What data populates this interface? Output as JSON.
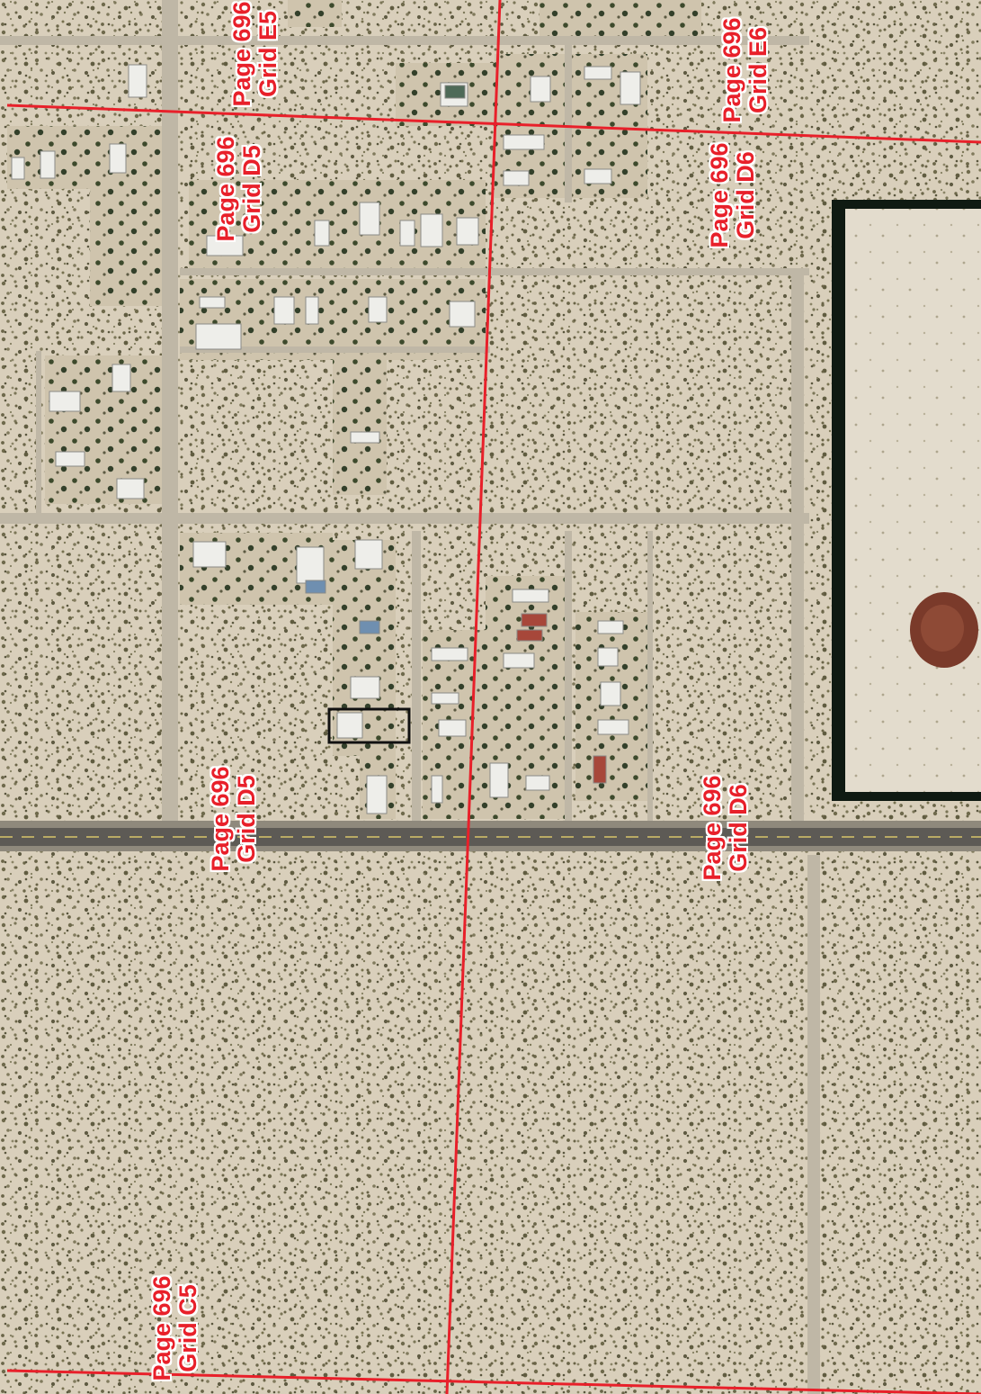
{
  "map": {
    "grid_labels": [
      {
        "id": "d5-top",
        "page": "Page 696",
        "grid": "Grid D5"
      },
      {
        "id": "e5-top",
        "page": "Page 696",
        "grid": "Grid E5"
      },
      {
        "id": "e6-top",
        "page": "Page 696",
        "grid": "Grid E6"
      },
      {
        "id": "d6-top",
        "page": "Page 696",
        "grid": "Grid D6"
      },
      {
        "id": "d5-mid",
        "page": "Page 696",
        "grid": "Grid D5"
      },
      {
        "id": "d6-mid",
        "page": "Page 696",
        "grid": "Grid D6"
      },
      {
        "id": "c5-bottom",
        "page": "Page 696",
        "grid": "Grid C5"
      }
    ],
    "colors": {
      "grid_line": "#e8202a",
      "label_text": "#e8202a",
      "label_outline": "#ffffff",
      "desert": "#d8cdb8",
      "road": "#b7b0a2",
      "highway": "#5d5a55",
      "parcel_outline": "#111111"
    }
  }
}
